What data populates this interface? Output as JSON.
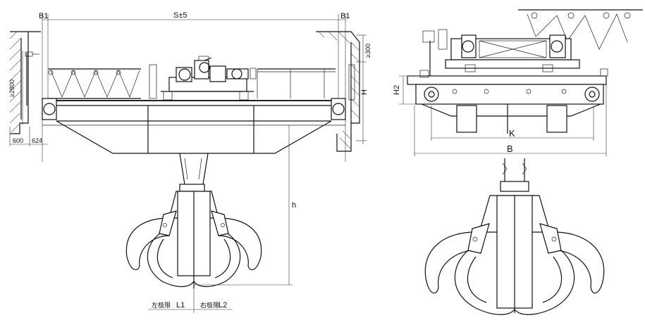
{
  "left_view": {
    "label_b1_left": "B1",
    "label_span": "S±5",
    "label_b1_right": "B1",
    "label_hook_height": "≥2800",
    "label_clearance": "≥300",
    "label_h_rail": "H",
    "label_w1": "600",
    "label_w2": "624",
    "label_lift": "h",
    "label_l1_prefix": "左极限",
    "label_l1": "L1",
    "label_l2_prefix": "右极限",
    "label_l2": "L2"
  },
  "right_view": {
    "label_h2": "H2",
    "label_k": "K",
    "label_b": "B"
  }
}
